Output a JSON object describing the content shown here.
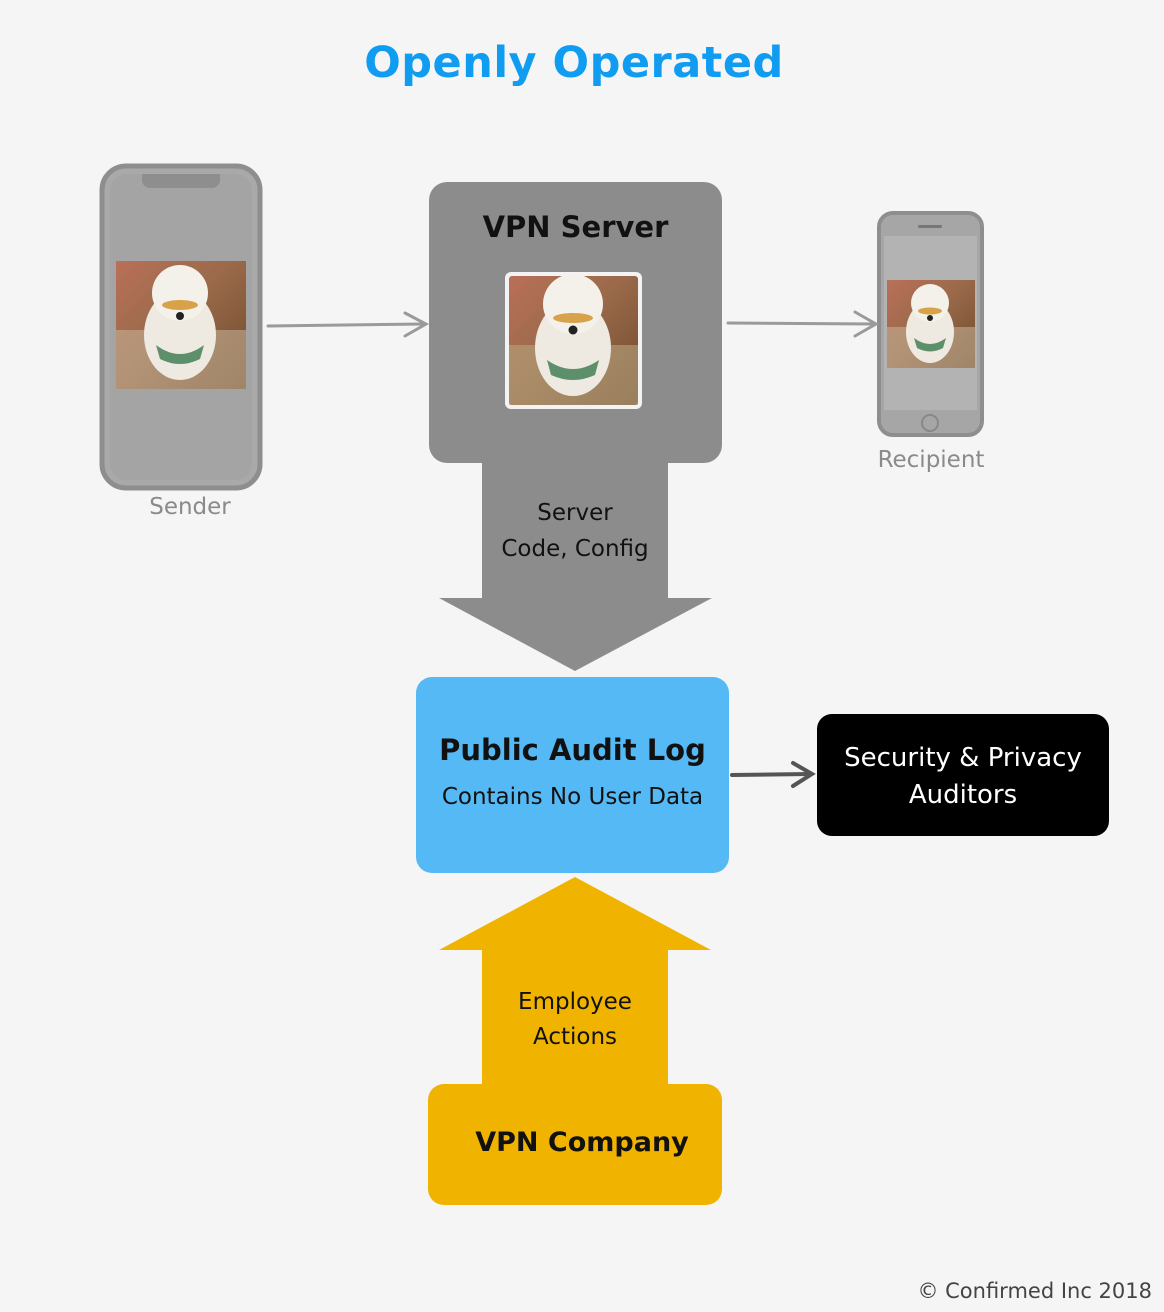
{
  "title": "Openly Operated",
  "sender": {
    "label": "Sender"
  },
  "recipient": {
    "label": "Recipient"
  },
  "vpn_server": {
    "label": "VPN Server"
  },
  "server_arrow": {
    "line1": "Server",
    "line2": "Code, Config"
  },
  "audit_log": {
    "title": "Public Audit Log",
    "subtitle": "Contains No User Data"
  },
  "auditors": {
    "line1": "Security & Privacy",
    "line2": "Auditors"
  },
  "employee_arrow": {
    "line1": "Employee",
    "line2": "Actions"
  },
  "vpn_company": {
    "label": "VPN Company"
  },
  "copyright": "© Confirmed Inc 2018",
  "colors": {
    "title": "#109cf0",
    "server_gray": "#8c8c8c",
    "audit_blue": "#55b9f5",
    "company_yellow": "#f0b400",
    "auditor_black": "#000000"
  }
}
